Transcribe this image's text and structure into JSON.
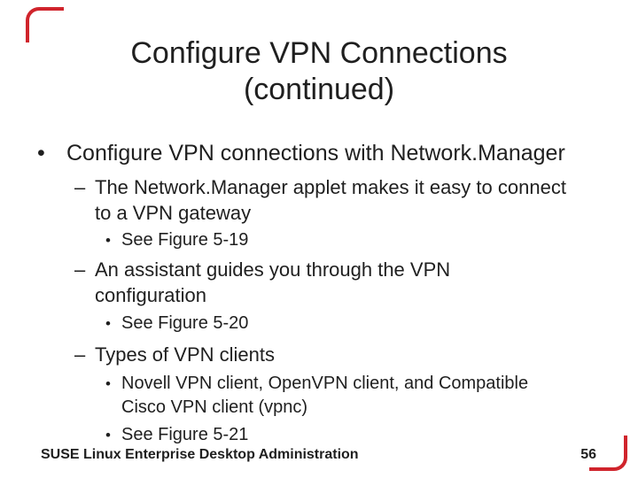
{
  "slide": {
    "title": "Configure VPN Connections\n(continued)",
    "bullets": [
      {
        "level": 1,
        "marker": "•",
        "text": "Configure VPN connections with Network.Manager"
      },
      {
        "level": 2,
        "marker": "–",
        "text": "The Network.Manager applet makes it easy to connect\nto a VPN gateway"
      },
      {
        "level": 3,
        "marker": "•",
        "text": "See Figure 5-19"
      },
      {
        "level": 2,
        "marker": "–",
        "text": "An assistant guides you through the VPN\nconfiguration"
      },
      {
        "level": 3,
        "marker": "•",
        "text": "See Figure 5-20"
      },
      {
        "level": 2,
        "marker": "–",
        "text": "Types of VPN clients"
      },
      {
        "level": 3,
        "marker": "•",
        "text": "Novell VPN client, OpenVPN client, and Compatible\nCisco VPN client (vpnc)"
      },
      {
        "level": 3,
        "marker": "•",
        "text": "See Figure 5-21"
      }
    ],
    "footer": {
      "course": "SUSE Linux Enterprise Desktop Administration",
      "page": "56"
    },
    "colors": {
      "accent_red": "#d0242c",
      "text": "#1f1f1f",
      "background": "#ffffff"
    }
  }
}
